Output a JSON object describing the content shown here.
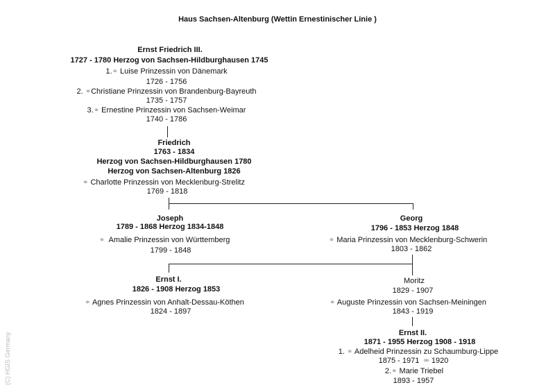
{
  "title": "Haus Sachsen-Altenburg (Wettin Ernestinischer Linie )",
  "copyright": "(C)  HGIS Germany",
  "icons": {
    "marriage": "⚭",
    "divorce": "⚮"
  },
  "ernst_friedrich_iii": {
    "name": "Ernst Friedrich III.",
    "info": "1727 - 1780  Herzog von Sachsen-Hildburghausen 1745",
    "spouses": [
      {
        "num": "1.",
        "name": "Luise Prinzessin von Dänemark",
        "dates": "1726 - 1756"
      },
      {
        "num": "2.",
        "name": "Christiane Prinzessin von Brandenburg-Bayreuth",
        "dates": "1735 - 1757"
      },
      {
        "num": "3.",
        "name": "Ernestine Prinzessin von Sachsen-Weimar",
        "dates": "1740 - 1786"
      }
    ]
  },
  "friedrich": {
    "name": "Friedrich",
    "dates": "1763 - 1834",
    "title1": "Herzog von Sachsen-Hildburghausen 1780",
    "title2": "Herzog von Sachsen-Altenburg 1826",
    "spouse": {
      "name": "Charlotte Prinzessin von Mecklenburg-Strelitz",
      "dates": "1769 - 1818"
    }
  },
  "joseph": {
    "name": "Joseph",
    "info": "1789 - 1868 Herzog 1834-1848",
    "spouse": {
      "name": "Amalie Prinzessin von Württemberg",
      "dates": "1799 - 1848"
    }
  },
  "georg": {
    "name": "Georg",
    "info": "1796 - 1853 Herzog 1848",
    "spouse": {
      "name": "Maria Prinzessin von Mecklenburg-Schwerin",
      "dates": "1803 - 1862"
    }
  },
  "ernst_i": {
    "name": "Ernst I.",
    "info": "1826 - 1908  Herzog 1853",
    "spouse": {
      "name": "Agnes Prinzessin von Anhalt-Dessau-Köthen",
      "dates": "1824 - 1897"
    }
  },
  "moritz": {
    "name": "Moritz",
    "dates": "1829 - 1907",
    "spouse": {
      "name": "Auguste Prinzessin von Sachsen-Meiningen",
      "dates": "1843 - 1919"
    }
  },
  "ernst_ii": {
    "name": "Ernst II.",
    "info": "1871 - 1955  Herzog 1908 - 1918",
    "spouses": [
      {
        "num": "1.",
        "name": "Adelheid Prinzessin zu Schaumburg-Lippe",
        "dates": "1875 - 1971",
        "divorced": "1920"
      },
      {
        "num": "2.",
        "name": "Marie Triebel",
        "dates": "1893 - 1957"
      }
    ]
  }
}
